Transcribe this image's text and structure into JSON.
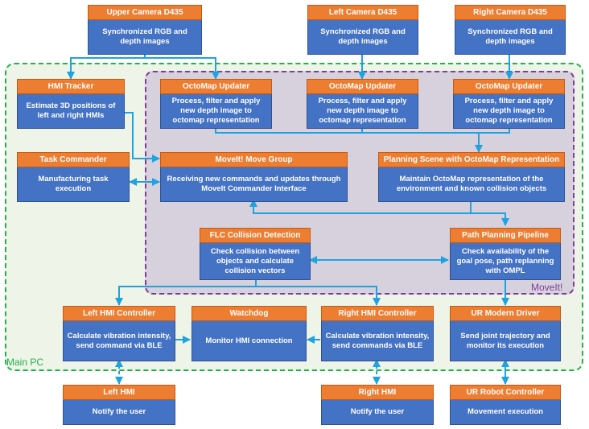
{
  "regions": {
    "main_pc": "Main PC",
    "moveit": "MoveIt!"
  },
  "nodes": [
    {
      "id": "upper-camera",
      "title": "Upper Camera D435",
      "body": "Synchronized RGB and depth images"
    },
    {
      "id": "left-camera",
      "title": "Left Camera D435",
      "body": "Synchronized RGB and depth images"
    },
    {
      "id": "right-camera",
      "title": "Right Camera D435",
      "body": "Synchronized RGB and depth images"
    },
    {
      "id": "hmi-tracker",
      "title": "HMI Tracker",
      "body": "Estimate 3D positions of left and right HMIs"
    },
    {
      "id": "octomap-updater-1",
      "title": "OctoMap Updater",
      "body": "Process, filter and apply new depth image to octomap representation"
    },
    {
      "id": "octomap-updater-2",
      "title": "OctoMap Updater",
      "body": "Process, filter and apply new depth image to octomap representation"
    },
    {
      "id": "octomap-updater-3",
      "title": "OctoMap Updater",
      "body": "Process, filter and apply new depth image to octomap representation"
    },
    {
      "id": "task-commander",
      "title": "Task Commander",
      "body": "Manufacturing task execution"
    },
    {
      "id": "move-group",
      "title": "MoveIt! Move Group",
      "body": "Receiving new commands and updates through MoveIt Commander Interface"
    },
    {
      "id": "planning-scene",
      "title": "Planning Scene with OctoMap Representation",
      "body": "Maintain OctoMap representation of the environment and known collision objects"
    },
    {
      "id": "flc-collision",
      "title": "FLC Collision Detection",
      "body": "Check collision between objects and calculate collision vectors"
    },
    {
      "id": "path-planning",
      "title": "Path Planning Pipeline",
      "body": "Check availability of the goal pose, path replanning with OMPL"
    },
    {
      "id": "left-hmi-controller",
      "title": "Left HMI Controller",
      "body": "Calculate vibration intensity, send command via BLE"
    },
    {
      "id": "watchdog",
      "title": "Watchdog",
      "body": "Monitor HMI connection"
    },
    {
      "id": "right-hmi-controller",
      "title": "Right HMI Controller",
      "body": "Calculate vibration intensity, send commands via BLE"
    },
    {
      "id": "ur-modern-driver",
      "title": "UR Modern Driver",
      "body": "Send joint trajectory and monitor its execution"
    },
    {
      "id": "left-hmi",
      "title": "Left HMI",
      "body": "Notify the user"
    },
    {
      "id": "right-hmi",
      "title": "Right HMI",
      "body": "Notify the user"
    },
    {
      "id": "ur-robot-controller",
      "title": "UR Robot Controller",
      "body": "Movement execution"
    }
  ],
  "colors": {
    "title_fill": "#ed7d31",
    "body_fill": "#4472c4",
    "arrow": "#1fa3e0",
    "main_pc": "#22b14c",
    "moveit": "#7e3f98"
  }
}
